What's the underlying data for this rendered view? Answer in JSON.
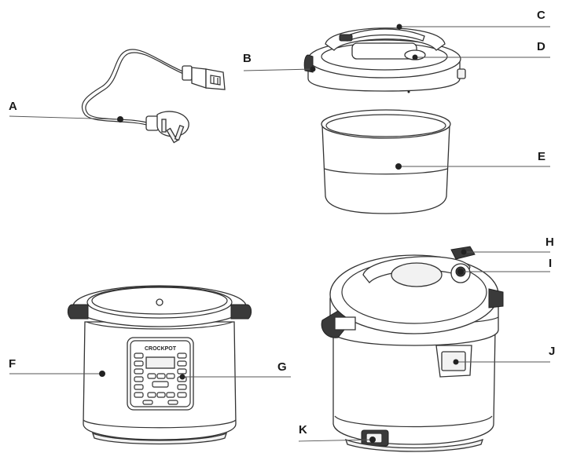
{
  "labels": {
    "a": "A",
    "b": "B",
    "c": "C",
    "d": "D",
    "e": "E",
    "f": "F",
    "g": "G",
    "h": "H",
    "i": "I",
    "j": "J",
    "k": "K"
  },
  "logo_text": "CROCKPOT",
  "colors": {
    "line": "#333333",
    "dark": "#3a3a3a",
    "fill": "#ffffff"
  }
}
